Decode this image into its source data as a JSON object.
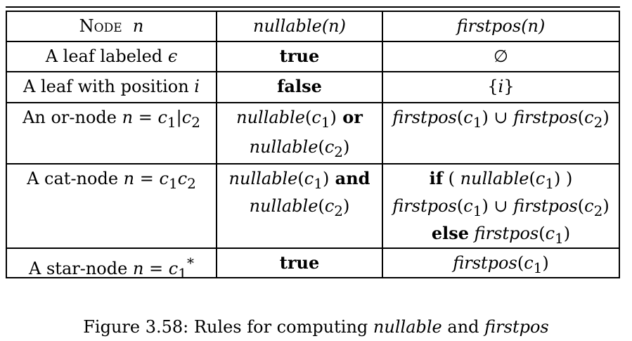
{
  "table": {
    "headers": {
      "node_prefix": "Node",
      "node_var": "n",
      "nullable": "nullable",
      "nullable_arg": "(n)",
      "firstpos": "firstpos",
      "firstpos_arg": "(n)"
    },
    "rows": [
      {
        "node": [
          "A leaf labeled ",
          "ϵ"
        ],
        "nullable": "true",
        "firstpos": "∅"
      },
      {
        "node": [
          "A leaf with position ",
          "i"
        ],
        "nullable": "false",
        "firstpos": [
          "{",
          "i",
          "}"
        ]
      },
      {
        "node": [
          "An or-node ",
          "n",
          " = ",
          "c",
          "1",
          "|",
          "c",
          "2"
        ],
        "nullable_line1": [
          "nullable",
          "(",
          "c",
          "1",
          ")",
          " or"
        ],
        "nullable_line2": [
          "nullable",
          "(",
          "c",
          "2",
          ")"
        ],
        "firstpos": [
          "firstpos",
          "(",
          "c",
          "1",
          ") ∪ ",
          "firstpos",
          "(",
          "c",
          "2",
          ")"
        ]
      },
      {
        "node": [
          "A cat-node ",
          "n",
          " = ",
          "c",
          "1",
          "c",
          "2"
        ],
        "nullable_line1": [
          "nullable",
          "(",
          "c",
          "1",
          ")",
          " and"
        ],
        "nullable_line2": [
          "nullable",
          "(",
          "c",
          "2",
          ")"
        ],
        "firstpos_line1": [
          "if",
          " ( ",
          "nullable",
          "(",
          "c",
          "1",
          ") )"
        ],
        "firstpos_line2": [
          "firstpos",
          "(",
          "c",
          "1",
          ") ∪ ",
          "firstpos",
          "(",
          "c",
          "2",
          ")"
        ],
        "firstpos_line3": [
          "else",
          " ",
          "firstpos",
          "(",
          "c",
          "1",
          ")"
        ]
      },
      {
        "node": [
          "A star-node ",
          "n",
          " = ",
          "c",
          "1",
          "*"
        ],
        "nullable": "true",
        "firstpos": [
          "firstpos",
          "(",
          "c",
          "1",
          ")"
        ]
      }
    ]
  },
  "caption": {
    "prefix": "Figure 3.58: Rules for computing ",
    "term1": "nullable",
    "conj": " and ",
    "term2": "firstpos"
  }
}
